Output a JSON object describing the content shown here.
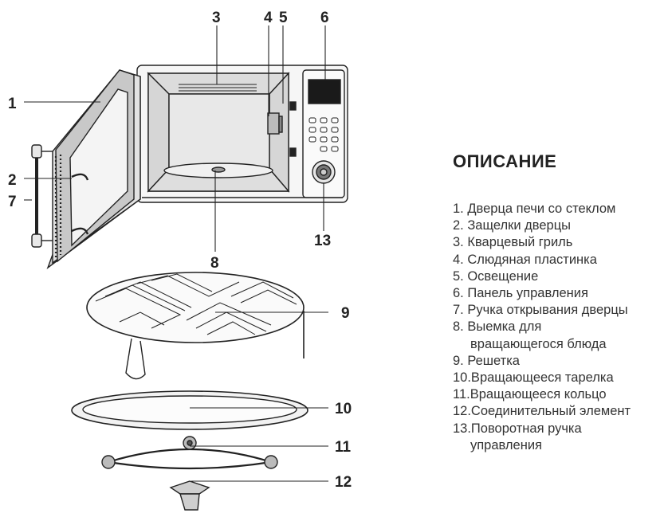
{
  "callouts": {
    "c1": "1",
    "c2": "2",
    "c3": "3",
    "c4": "4",
    "c5": "5",
    "c6": "6",
    "c7": "7",
    "c8": "8",
    "c9": "9",
    "c10": "10",
    "c11": "11",
    "c12": "12",
    "c13": "13"
  },
  "description": {
    "title": "ОПИСАНИЕ",
    "items": [
      "1. Дверца печи со стеклом",
      "2. Защелки дверцы",
      "3. Кварцевый гриль",
      "4. Слюдяная пластинка",
      "5. Освещение",
      "6. Панель управления",
      "7. Ручка открывания дверцы",
      "8. Выемка для вращающегося блюда",
      "9. Решетка",
      "10.Вращающееся тарелка",
      "11.Вращающееся кольцо",
      "12.Соединительный элемент",
      "13.Поворотная ручка управления"
    ]
  }
}
